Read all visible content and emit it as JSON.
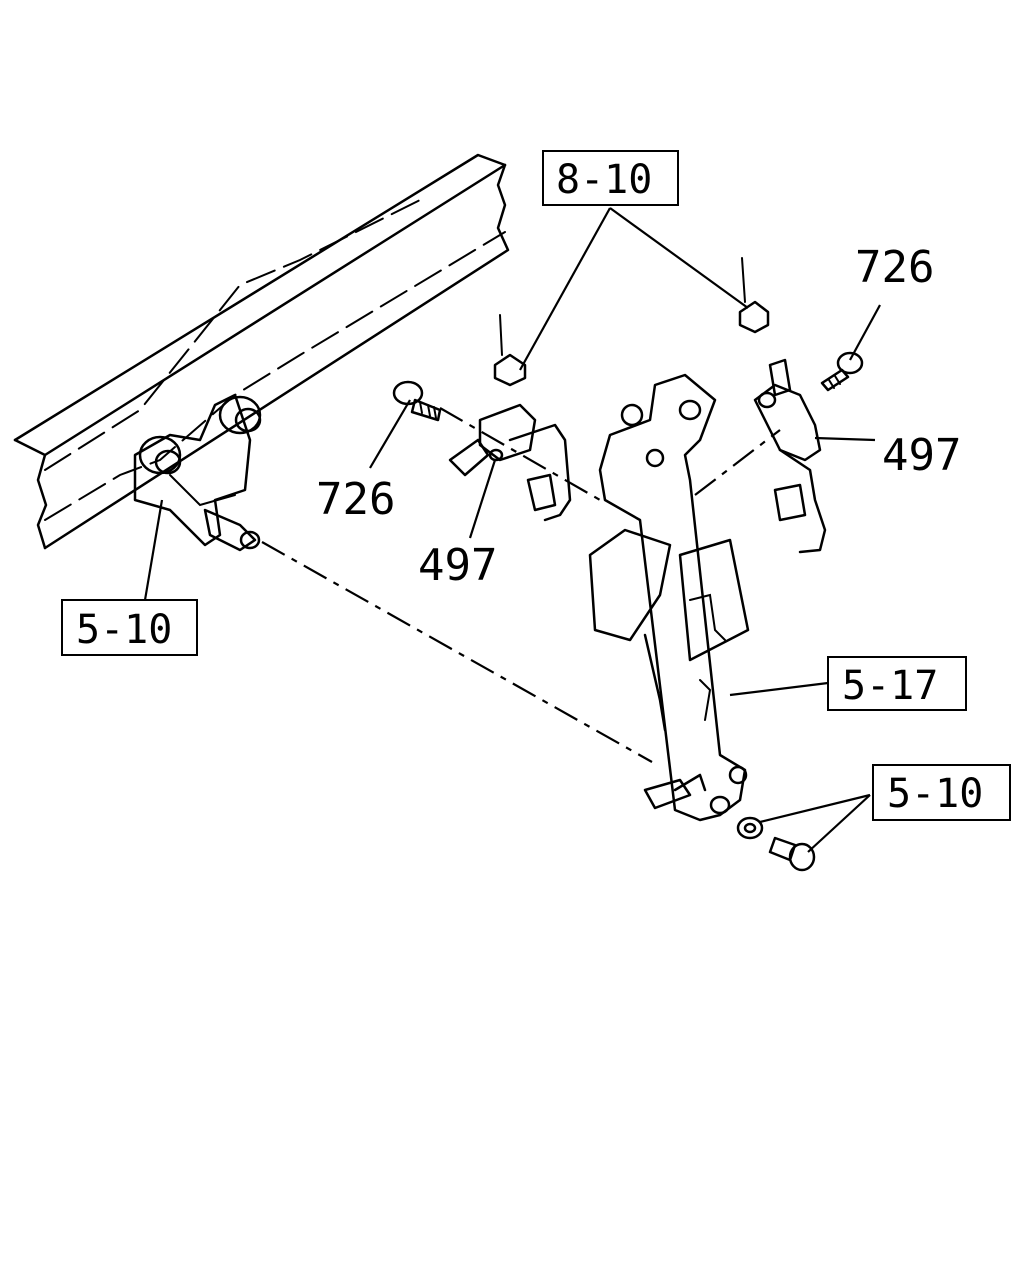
{
  "callouts": {
    "ref_8_10": "8-10",
    "ref_5_10_left": "5-10",
    "ref_5_17": "5-17",
    "ref_5_10_right": "5-10",
    "part_726_right": "726",
    "part_726_left": "726",
    "part_497_left": "497",
    "part_497_right": "497"
  }
}
